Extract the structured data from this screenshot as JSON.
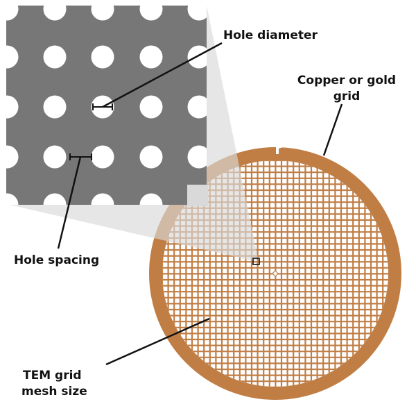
{
  "labels": {
    "hole_diameter": "Hole diameter",
    "grid_material_line1": "Copper or gold",
    "grid_material_line2": "grid",
    "hole_spacing": "Hole spacing",
    "mesh_size_line1": "TEM grid",
    "mesh_size_line2": "mesh size"
  },
  "colors": {
    "film": "#777777",
    "hole": "#ffffff",
    "ring": "#c07e45",
    "mesh": "#c07e45",
    "magnifier": "#d9d9d9",
    "leader": "#111111"
  }
}
